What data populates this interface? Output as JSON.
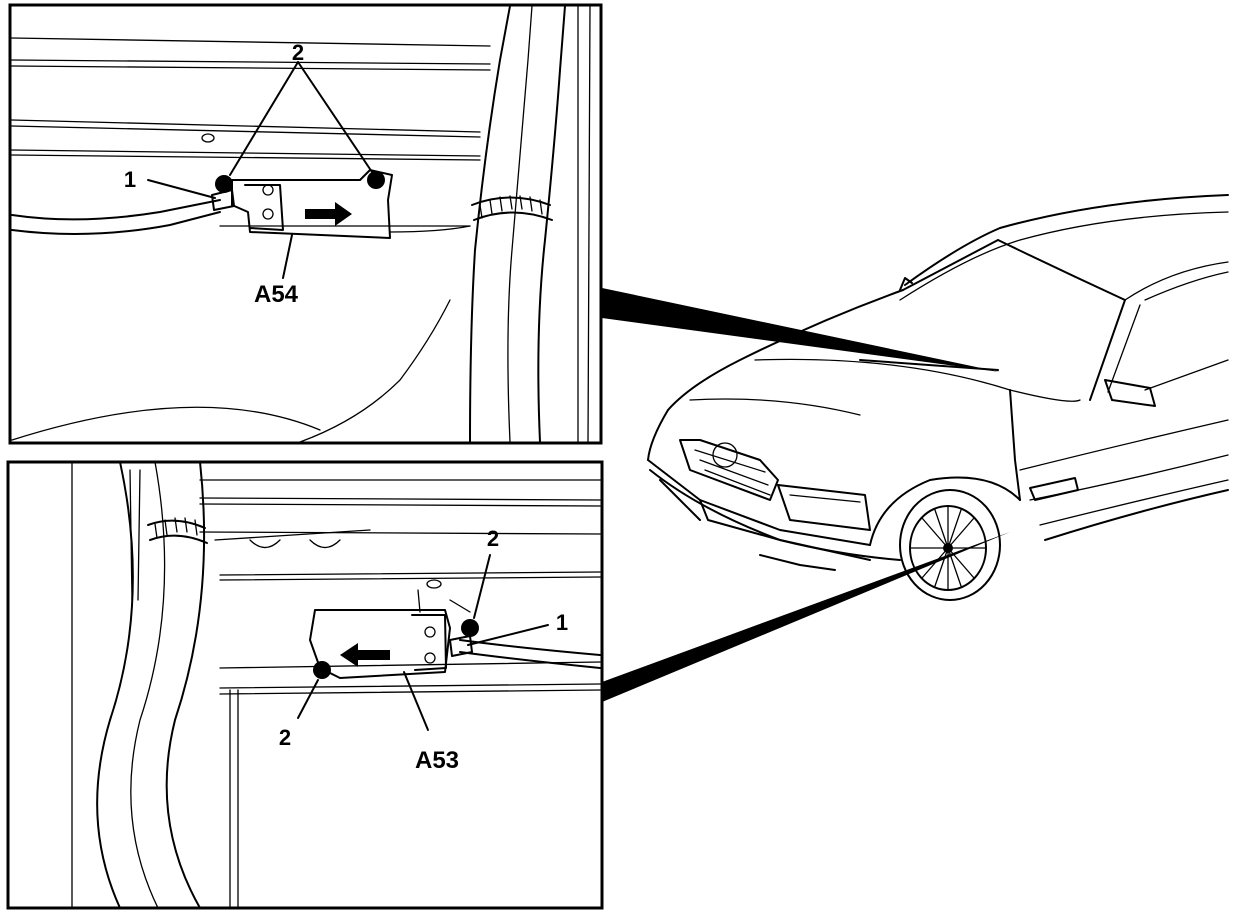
{
  "figure": {
    "top_inset": {
      "callout_1": "1",
      "callout_2": "2",
      "component": "A54"
    },
    "bottom_inset": {
      "callout_1": "1",
      "callout_2_upper": "2",
      "callout_2_lower": "2",
      "component": "A53"
    }
  }
}
